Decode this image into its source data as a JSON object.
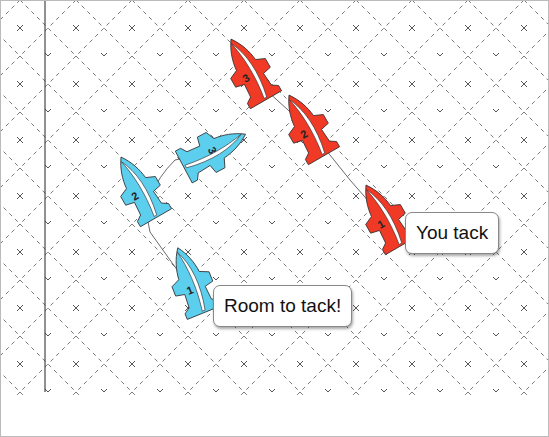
{
  "diagram": {
    "nodes": [
      {
        "text": [
          "You tack"
        ]
      },
      {
        "text": [
          "Room to tack!"
        ]
      }
    ],
    "labels": [
      "3",
      "2",
      "3",
      "2",
      "1",
      "1"
    ]
  }
}
